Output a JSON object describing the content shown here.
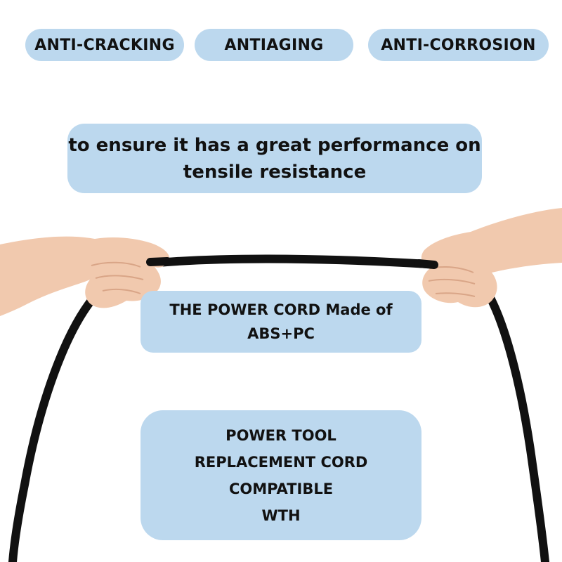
{
  "features": {
    "tag_1": "ANTI-CRACKING",
    "tag_2": "ANTIAGING",
    "tag_3": "ANTI-CORROSION"
  },
  "banner": {
    "line_1": "to ensure it has a great performance on",
    "line_2": "tensile resistance"
  },
  "material": {
    "line_1": "THE POWER CORD Made of",
    "line_2": "ABS+PC"
  },
  "compatibility": {
    "line_1": "POWER TOOL",
    "line_2": "REPLACEMENT CORD",
    "line_3": "COMPATIBLE",
    "line_4": "WTH"
  },
  "colors": {
    "pill_fill": "#bcd8ee",
    "cord": "#111111",
    "skin": "#f1c9ae",
    "background": "#ffffff"
  }
}
